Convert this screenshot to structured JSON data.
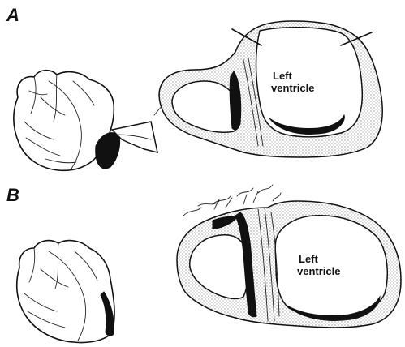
{
  "panels": [
    {
      "letter": "A",
      "chamber_label_line1": "Left",
      "chamber_label_line2": "ventricle"
    },
    {
      "letter": "B",
      "chamber_label_line1": "Left",
      "chamber_label_line2": "ventricle"
    }
  ]
}
